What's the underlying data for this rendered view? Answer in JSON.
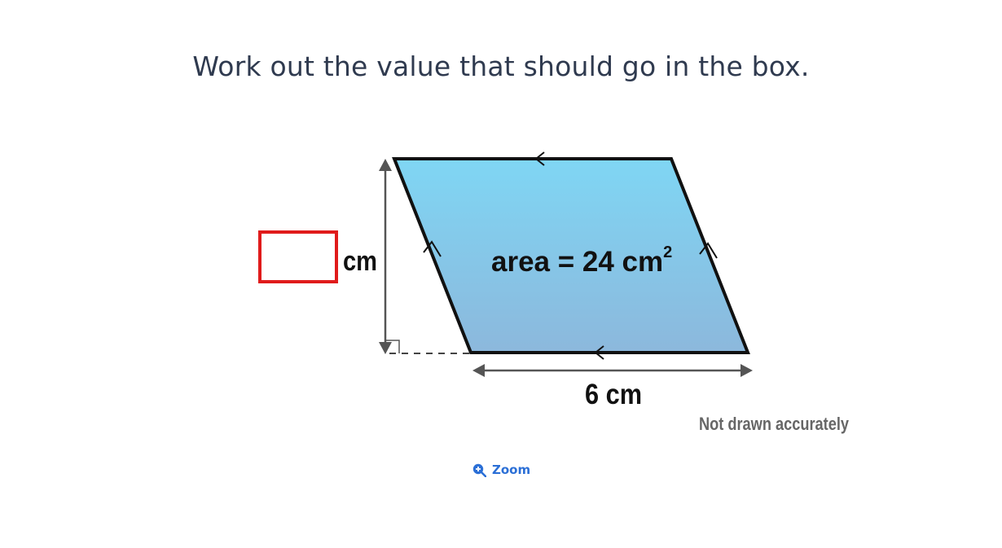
{
  "question": {
    "text": "Work out the value that should go in the box."
  },
  "diagram": {
    "area_label": "area = 24 cm",
    "area_superscript": "2",
    "base_label": "6 cm",
    "height_unit": "cm",
    "answer_box_value": "",
    "note": "Not drawn accurately",
    "colors": {
      "fill_top": "#7fd6f4",
      "fill_bottom": "#8cb8dc",
      "answer_box_border": "#e01b1b",
      "arrow": "#555555"
    }
  },
  "zoom": {
    "label": "Zoom",
    "icon": "zoom-in-icon"
  }
}
